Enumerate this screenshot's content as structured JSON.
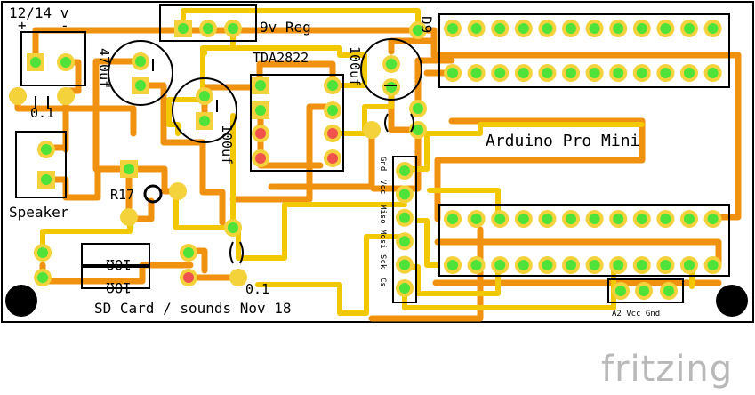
{
  "board": {
    "power_label": "12/14 v",
    "plus": "+",
    "minus": "-",
    "regulator_label": "9v Reg",
    "d9_label": "D9",
    "tda_label": "TDA2822",
    "cap_470": "470uf",
    "cap_100_right": "100uf",
    "cap_100_mid": "100uf",
    "cap_01_left": "0.1",
    "cap_01_bottom": "0.1",
    "resistor_label": "R17",
    "resistor_1": "10Ω",
    "resistor_2": "10Ω",
    "speaker_label": "Speaker",
    "arduino_label": "Arduino Pro Mini",
    "sd_pins": [
      "Gnd",
      "Vcc",
      "Miso",
      "Mosi",
      "Sck",
      "Cs"
    ],
    "sd_caption": "SD Card / sounds Nov 18",
    "a2_pins": "A2 Vcc Gnd"
  },
  "colors": {
    "pcb": "#ffffff",
    "bottom_trace": "#f0910f",
    "top_trace": "#f2c800",
    "pad_ring": "#f4d23b",
    "pad_green": "#4fe33a",
    "pad_red": "#f0524c",
    "silkscreen": "#000000"
  },
  "watermark": "fritzing"
}
